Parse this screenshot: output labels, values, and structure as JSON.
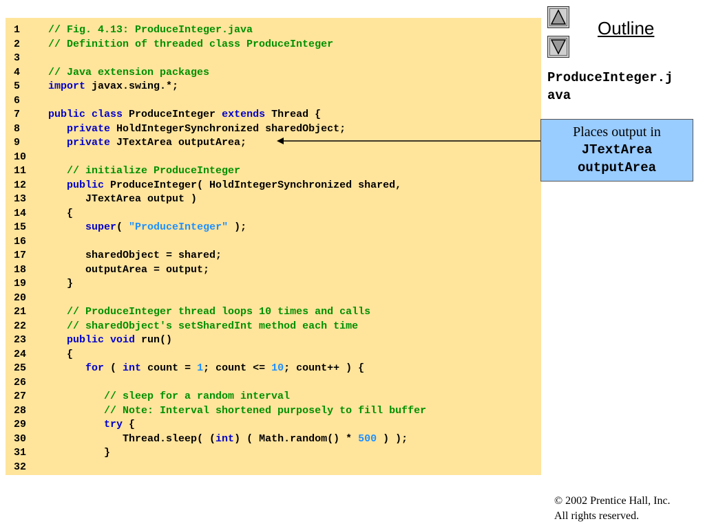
{
  "outline": {
    "title": "Outline"
  },
  "nav": {
    "up_label": "previous slide",
    "down_label": "next slide"
  },
  "file_name": "ProduceInteger.j\nava",
  "callout": {
    "line1": "Places output in",
    "line2": "JTextArea",
    "line3": "outputArea"
  },
  "copyright": {
    "line1": "© 2002 Prentice Hall, Inc.",
    "line2": "All rights reserved."
  },
  "colors": {
    "code_bg": "#ffe49c",
    "comment": "#009000",
    "keyword": "#0000cc",
    "literal": "#1e90ff",
    "callout_bg": "#99ccff"
  },
  "code_lines": [
    {
      "n": "1",
      "tokens": [
        [
          "c",
          "// Fig. 4.13: ProduceInteger.java"
        ]
      ]
    },
    {
      "n": "2",
      "tokens": [
        [
          "c",
          "// Definition of threaded class ProduceInteger"
        ]
      ]
    },
    {
      "n": "3",
      "tokens": []
    },
    {
      "n": "4",
      "tokens": [
        [
          "c",
          "// Java extension packages"
        ]
      ]
    },
    {
      "n": "5",
      "tokens": [
        [
          "k",
          "import"
        ],
        [
          "p",
          " javax.swing.*;"
        ]
      ]
    },
    {
      "n": "6",
      "tokens": []
    },
    {
      "n": "7",
      "tokens": [
        [
          "k",
          "public class"
        ],
        [
          "p",
          " ProduceInteger "
        ],
        [
          "k",
          "extends"
        ],
        [
          "p",
          " Thread {"
        ]
      ]
    },
    {
      "n": "8",
      "tokens": [
        [
          "p",
          "   "
        ],
        [
          "k",
          "private"
        ],
        [
          "p",
          " HoldIntegerSynchronized sharedObject;"
        ]
      ]
    },
    {
      "n": "9",
      "tokens": [
        [
          "p",
          "   "
        ],
        [
          "k",
          "private"
        ],
        [
          "p",
          " JTextArea outputArea;"
        ]
      ]
    },
    {
      "n": "10",
      "tokens": []
    },
    {
      "n": "11",
      "tokens": [
        [
          "p",
          "   "
        ],
        [
          "c",
          "// initialize ProduceInteger"
        ]
      ]
    },
    {
      "n": "12",
      "tokens": [
        [
          "p",
          "   "
        ],
        [
          "k",
          "public"
        ],
        [
          "p",
          " ProduceInteger( HoldIntegerSynchronized shared,"
        ]
      ]
    },
    {
      "n": "13",
      "tokens": [
        [
          "p",
          "      JTextArea output )"
        ]
      ]
    },
    {
      "n": "14",
      "tokens": [
        [
          "p",
          "   {"
        ]
      ]
    },
    {
      "n": "15",
      "tokens": [
        [
          "p",
          "      "
        ],
        [
          "k",
          "super"
        ],
        [
          "p",
          "( "
        ],
        [
          "s",
          "\"ProduceInteger\""
        ],
        [
          "p",
          " );"
        ]
      ]
    },
    {
      "n": "16",
      "tokens": []
    },
    {
      "n": "17",
      "tokens": [
        [
          "p",
          "      sharedObject = shared;"
        ]
      ]
    },
    {
      "n": "18",
      "tokens": [
        [
          "p",
          "      outputArea = output;"
        ]
      ]
    },
    {
      "n": "19",
      "tokens": [
        [
          "p",
          "   }"
        ]
      ]
    },
    {
      "n": "20",
      "tokens": []
    },
    {
      "n": "21",
      "tokens": [
        [
          "p",
          "   "
        ],
        [
          "c",
          "// ProduceInteger thread loops 10 times and calls"
        ]
      ]
    },
    {
      "n": "22",
      "tokens": [
        [
          "p",
          "   "
        ],
        [
          "c",
          "// sharedObject's setSharedInt method each time"
        ]
      ]
    },
    {
      "n": "23",
      "tokens": [
        [
          "p",
          "   "
        ],
        [
          "k",
          "public void"
        ],
        [
          "p",
          " run()"
        ]
      ]
    },
    {
      "n": "24",
      "tokens": [
        [
          "p",
          "   {"
        ]
      ]
    },
    {
      "n": "25",
      "tokens": [
        [
          "p",
          "      "
        ],
        [
          "k",
          "for"
        ],
        [
          "p",
          " ( "
        ],
        [
          "k",
          "int"
        ],
        [
          "p",
          " count = "
        ],
        [
          "n",
          "1"
        ],
        [
          "p",
          "; count <= "
        ],
        [
          "n",
          "10"
        ],
        [
          "p",
          "; count++ ) {"
        ]
      ]
    },
    {
      "n": "26",
      "tokens": []
    },
    {
      "n": "27",
      "tokens": [
        [
          "p",
          "         "
        ],
        [
          "c",
          "// sleep for a random interval"
        ]
      ]
    },
    {
      "n": "28",
      "tokens": [
        [
          "p",
          "         "
        ],
        [
          "c",
          "// Note: Interval shortened purposely to fill buffer"
        ]
      ]
    },
    {
      "n": "29",
      "tokens": [
        [
          "p",
          "         "
        ],
        [
          "k",
          "try"
        ],
        [
          "p",
          " {"
        ]
      ]
    },
    {
      "n": "30",
      "tokens": [
        [
          "p",
          "            Thread.sleep( ("
        ],
        [
          "k",
          "int"
        ],
        [
          "p",
          ") ( Math.random() * "
        ],
        [
          "n",
          "500"
        ],
        [
          "p",
          " ) );"
        ]
      ]
    },
    {
      "n": "31",
      "tokens": [
        [
          "p",
          "         }"
        ]
      ]
    },
    {
      "n": "32",
      "tokens": []
    }
  ]
}
